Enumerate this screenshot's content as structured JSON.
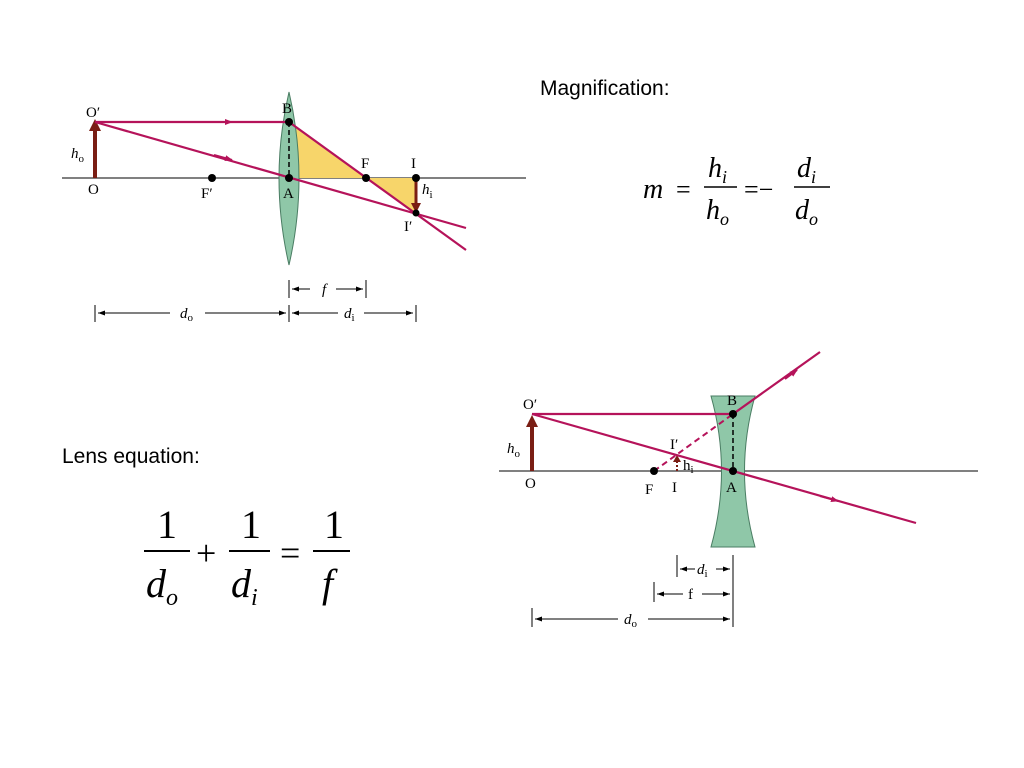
{
  "magnification": {
    "heading": "Magnification:",
    "m": "m",
    "eq": "=",
    "minus": "=−",
    "h": "h",
    "d": "d",
    "i": "i",
    "o": "o"
  },
  "lens_equation": {
    "heading": "Lens equation:",
    "one": "1",
    "plus": "+",
    "eq": "=",
    "d": "d",
    "o": "o",
    "i": "i",
    "f": "f"
  },
  "converging_diagram": {
    "O_prime": "O′",
    "O": "O",
    "h": "h",
    "o_sub": "o",
    "i_sub": "i",
    "B": "B",
    "A": "A",
    "F": "F",
    "F_prime": "F′",
    "I": "I",
    "I_prime": "I′",
    "f": "f",
    "d": "d",
    "colors": {
      "ray": "#b5135a",
      "lens": "#8fc7a8",
      "triangle": "#f7d56a",
      "arrow": "#7a1e14"
    }
  },
  "diverging_diagram": {
    "O_prime": "O′",
    "O": "O",
    "h": "h",
    "o_sub": "o",
    "i_sub": "i",
    "B": "B",
    "A": "A",
    "F": "F",
    "I": "I",
    "I_prime": "I′",
    "f": "f",
    "d": "d"
  }
}
